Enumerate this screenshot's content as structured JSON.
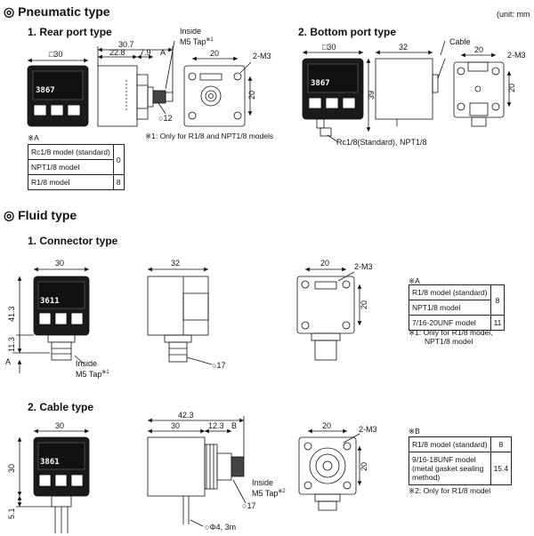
{
  "unit_note": "(unit: mm",
  "sections": {
    "pneumatic": {
      "title": "Pneumatic type",
      "rear": {
        "title": "1. Rear port type",
        "display": "3867",
        "dims": {
          "sq30": "□30",
          "d307": "30.7",
          "d228": "22.8",
          "d79": "7.9",
          "A": "A",
          "d20": "20",
          "d20v": "20",
          "m3": "2-M3",
          "dia12": "12"
        },
        "inside_label": "Inside",
        "tap_label": "M5 Tap",
        "tap_ref": "※1",
        "footnote": "※1: Only for R1/8 and NPT1/8 models",
        "table_title": "※A",
        "table": [
          {
            "model": "Rc1/8 model (standard)",
            "value": "0"
          },
          {
            "model": "NPT1/8 model",
            "value": ""
          },
          {
            "model": "R1/8 model",
            "value": "8"
          }
        ]
      },
      "bottom": {
        "title": "2. Bottom port type",
        "display": "3867",
        "dims": {
          "sq30": "□30",
          "d32": "32",
          "d20": "20",
          "d39": "39",
          "m3": "2-M3"
        },
        "cable_label": "Cable",
        "port_label": "Rc1/8(Standard), NPT1/8"
      }
    },
    "fluid": {
      "title": "Fluid type",
      "connector": {
        "title": "1. Connector type",
        "display": "3611",
        "dims": {
          "d30": "30",
          "d32": "32",
          "d20": "20",
          "d20v": "20",
          "m3": "2-M3",
          "d413": "41.3",
          "d113": "11.3",
          "A": "A",
          "dia17": "17"
        },
        "inside_label": "Inside",
        "tap_label": "M5 Tap",
        "tap_ref": "※1",
        "table_title": "※A",
        "table": [
          {
            "model": "R1/8 model (standard)",
            "value": "8"
          },
          {
            "model": "NPT1/8 model",
            "value": ""
          },
          {
            "model": "7/16-20UNF model",
            "value": "11"
          }
        ],
        "footnote_1": "※1: Only for R1/8 model,",
        "footnote_2": "NPT1/8 model"
      },
      "cable": {
        "title": "2. Cable type",
        "display": "3861",
        "dims": {
          "d30": "30",
          "d423": "42.3",
          "d30b": "30",
          "d123": "12.3",
          "B": "B",
          "d20": "20",
          "d20v": "20",
          "m3": "2-M3",
          "d30v": "30",
          "d51": "5.1",
          "dia17": "17",
          "dia4": "Φ4, 3m"
        },
        "inside_label": "Inside",
        "tap_label": "M5 Tap",
        "tap_ref": "※2",
        "table_title": "※B",
        "table": [
          {
            "model": "R1/8 model (standard)",
            "value": "8"
          },
          {
            "model": "9/16-18UNF model",
            "value": "15.4"
          },
          {
            "model": "(metal gasket sealing",
            "value": ""
          },
          {
            "model": "method)",
            "value": ""
          }
        ],
        "footnote": "※2: Only for R1/8 model"
      }
    }
  }
}
